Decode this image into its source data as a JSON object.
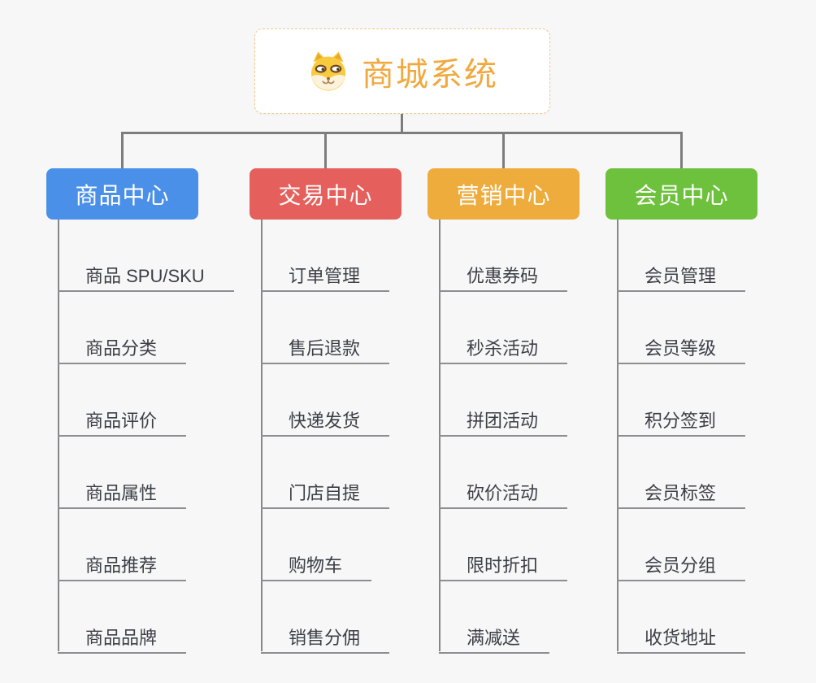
{
  "app": {
    "background_color": "#f7f7f7",
    "connector_color": "#7d7d7d",
    "leaf_line_color": "#8e8e92",
    "leaf_text_color": "#3b3f46"
  },
  "root": {
    "title": "商城系统",
    "icon": "shiba-dog-icon",
    "accent_color": "#f0a93e",
    "border_color": "#f2c88c"
  },
  "branches": [
    {
      "label": "商品中心",
      "color": "#4b90e8",
      "children": [
        "商品 SPU/SKU",
        "商品分类",
        "商品评价",
        "商品属性",
        "商品推荐",
        "商品品牌"
      ]
    },
    {
      "label": "交易中心",
      "color": "#e5605c",
      "children": [
        "订单管理",
        "售后退款",
        "快递发货",
        "门店自提",
        "购物车",
        "销售分佣"
      ]
    },
    {
      "label": "营销中心",
      "color": "#eeac3d",
      "children": [
        "优惠券码",
        "秒杀活动",
        "拼团活动",
        "砍价活动",
        "限时折扣",
        "满减送"
      ]
    },
    {
      "label": "会员中心",
      "color": "#6ec13c",
      "children": [
        "会员管理",
        "会员等级",
        "积分签到",
        "会员标签",
        "会员分组",
        "收货地址"
      ]
    }
  ]
}
